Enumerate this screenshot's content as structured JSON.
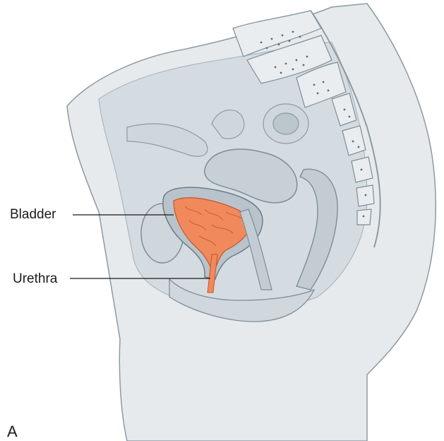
{
  "figure": {
    "panel_letter": "A",
    "labels": {
      "bladder": "Bladder",
      "urethra": "Urethra"
    },
    "colors": {
      "tissue_fill": "#dde3e7",
      "tissue_mid": "#c7d0d6",
      "tissue_dark": "#aab6bf",
      "outline": "#7f8c95",
      "bone_fill": "#e9edf0",
      "bone_dots": "#5d6a73",
      "bladder_fill": "#f08a5d",
      "bladder_line": "#c9542a",
      "leader_line": "#1a1a1a"
    }
  }
}
